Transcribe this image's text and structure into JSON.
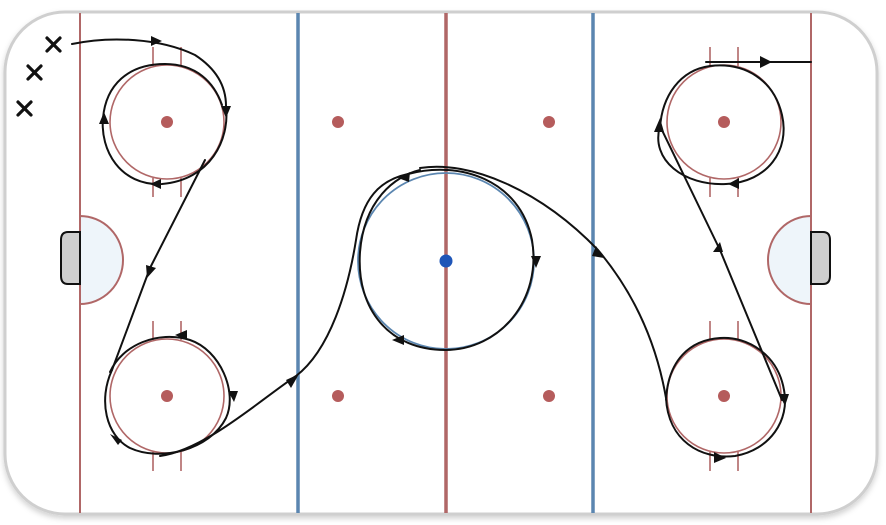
{
  "diagram": {
    "type": "hockey-drill",
    "rink_markings": [
      "boards",
      "goal-line",
      "blue-line",
      "red-line",
      "center-faceoff-spot",
      "center-circle",
      "end-zone-faceoff-circles",
      "neutral-zone-faceoff-spots",
      "goal-creases",
      "nets"
    ],
    "players": [
      {
        "symbol": "×",
        "role": "skater"
      },
      {
        "symbol": "×",
        "role": "skater"
      },
      {
        "symbol": "×",
        "role": "skater"
      }
    ],
    "skating_path": {
      "style": "solid-line-with-arrows",
      "sequence": [
        "start-top-left",
        "circle-top-left-faceoff",
        "circle-bottom-left-faceoff",
        "circle-center-ice",
        "circle-bottom-right-faceoff",
        "circle-top-right-faceoff",
        "exit-top-right"
      ]
    },
    "colors": {
      "red_line": "#b06767",
      "blue_line": "#5b86b0",
      "center_dot": "#1f56b8",
      "faceoff_dot": "#b55c5c",
      "crease_fill": "#eef5fa",
      "net_fill": "#cfcfcf",
      "path": "#111111",
      "board": "#cfcfcf"
    }
  }
}
